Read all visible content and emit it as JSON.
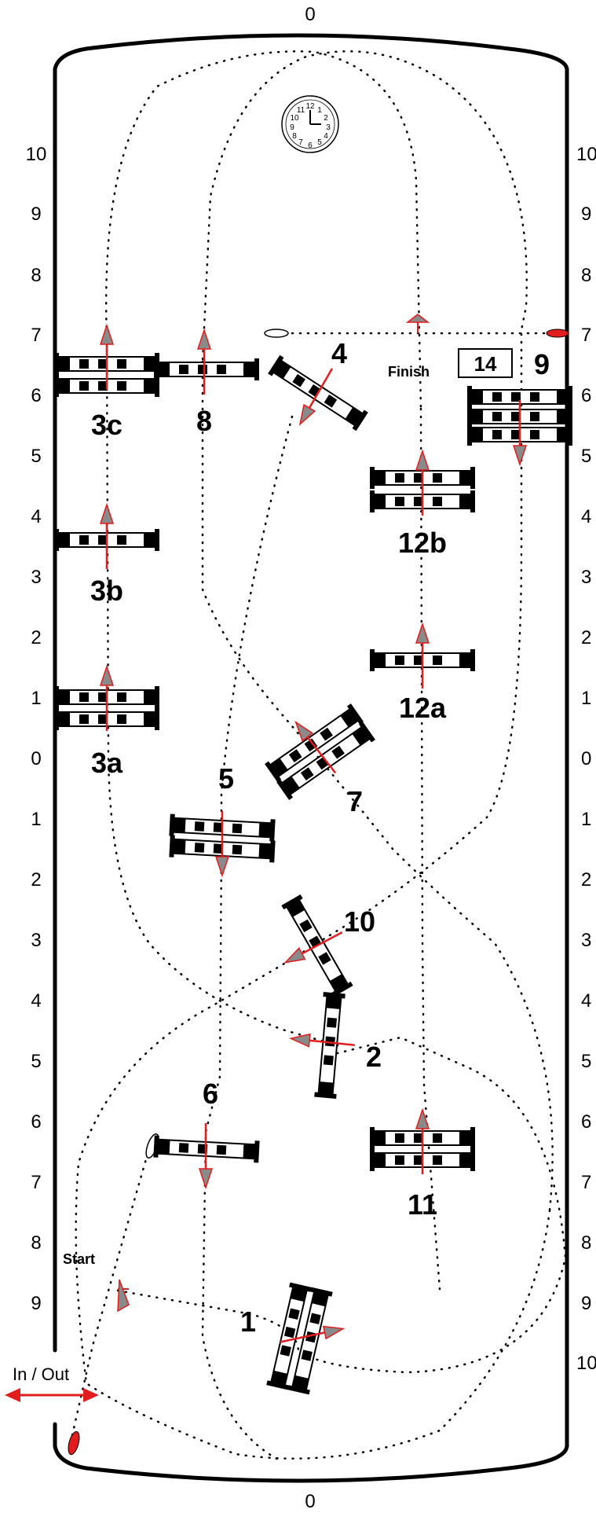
{
  "course": {
    "top_marker": "0",
    "bottom_marker": "0",
    "left_ruler": [
      "10",
      "9",
      "8",
      "7",
      "6",
      "5",
      "4",
      "3",
      "2",
      "1",
      "0",
      "1",
      "2",
      "3",
      "4",
      "5",
      "6",
      "7",
      "8",
      "9"
    ],
    "right_ruler": [
      "10",
      "9",
      "8",
      "7",
      "6",
      "5",
      "4",
      "3",
      "2",
      "1",
      "0",
      "1",
      "2",
      "3",
      "4",
      "5",
      "6",
      "7",
      "8",
      "9",
      "10"
    ],
    "start_label": "Start",
    "finish_label": "Finish",
    "in_out_label": "In / Out",
    "time_box": "14",
    "clock_numbers": [
      "12",
      "1",
      "2",
      "3",
      "4",
      "5",
      "6",
      "7",
      "8",
      "9",
      "10",
      "11"
    ]
  },
  "obstacles": [
    {
      "label": "1"
    },
    {
      "label": "2"
    },
    {
      "label": "3a"
    },
    {
      "label": "3b"
    },
    {
      "label": "3c"
    },
    {
      "label": "4"
    },
    {
      "label": "5"
    },
    {
      "label": "6"
    },
    {
      "label": "7"
    },
    {
      "label": "8"
    },
    {
      "label": "9"
    },
    {
      "label": "10"
    },
    {
      "label": "11"
    },
    {
      "label": "12a"
    },
    {
      "label": "12b"
    }
  ],
  "colors": {
    "line": "#000000",
    "accent": "#e11d1d",
    "arrow_fill": "#8a8a8a"
  }
}
